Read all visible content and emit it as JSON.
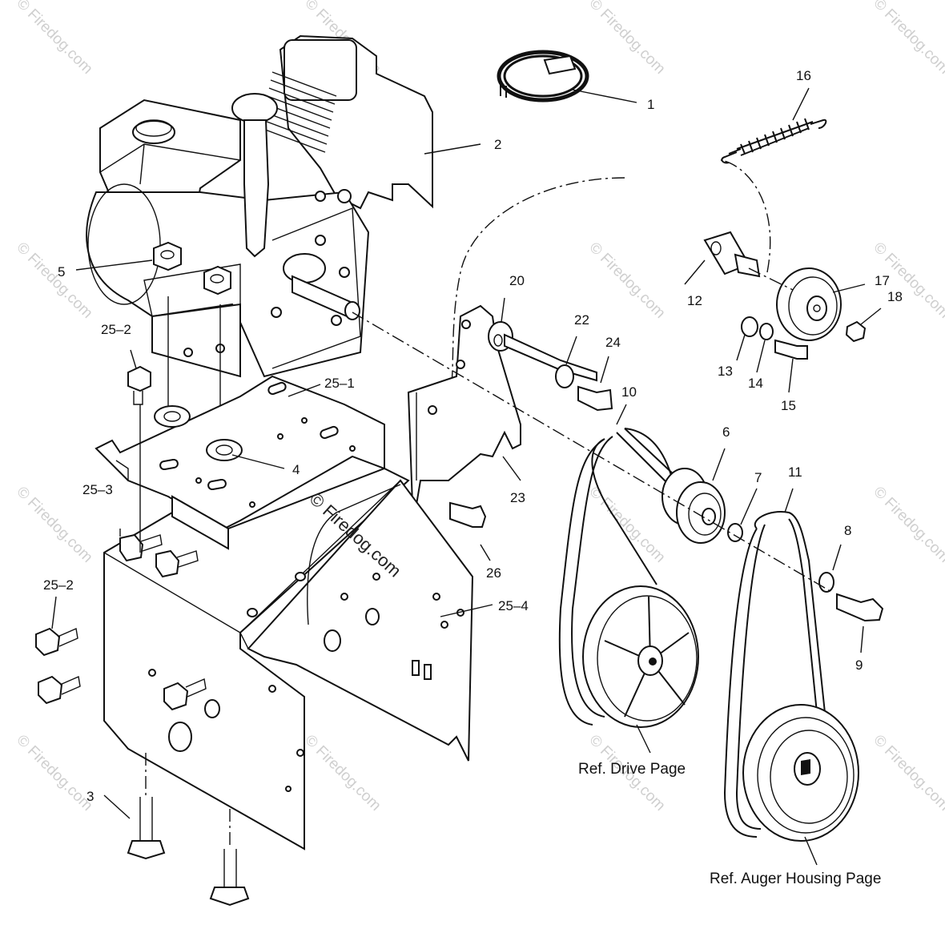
{
  "diagram": {
    "callouts": [
      {
        "id": "1",
        "label": "1"
      },
      {
        "id": "2",
        "label": "2"
      },
      {
        "id": "3",
        "label": "3"
      },
      {
        "id": "4",
        "label": "4"
      },
      {
        "id": "5",
        "label": "5"
      },
      {
        "id": "6",
        "label": "6"
      },
      {
        "id": "7",
        "label": "7"
      },
      {
        "id": "8",
        "label": "8"
      },
      {
        "id": "9",
        "label": "9"
      },
      {
        "id": "10",
        "label": "10"
      },
      {
        "id": "11",
        "label": "11"
      },
      {
        "id": "12",
        "label": "12"
      },
      {
        "id": "13",
        "label": "13"
      },
      {
        "id": "14",
        "label": "14"
      },
      {
        "id": "15",
        "label": "15"
      },
      {
        "id": "16",
        "label": "16"
      },
      {
        "id": "17",
        "label": "17"
      },
      {
        "id": "18",
        "label": "18"
      },
      {
        "id": "20",
        "label": "20"
      },
      {
        "id": "22",
        "label": "22"
      },
      {
        "id": "23",
        "label": "23"
      },
      {
        "id": "24",
        "label": "24"
      },
      {
        "id": "25-1",
        "label": "25–1"
      },
      {
        "id": "25-2a",
        "label": "25–2"
      },
      {
        "id": "25-2b",
        "label": "25–2"
      },
      {
        "id": "25-3",
        "label": "25–3"
      },
      {
        "id": "25-4",
        "label": "25–4"
      },
      {
        "id": "26",
        "label": "26"
      }
    ],
    "references": {
      "drive": "Ref. Drive Page",
      "auger": "Ref. Auger Housing Page"
    },
    "watermark": {
      "text": "© Firedog.com",
      "center_text": "© Firedog.com"
    }
  }
}
